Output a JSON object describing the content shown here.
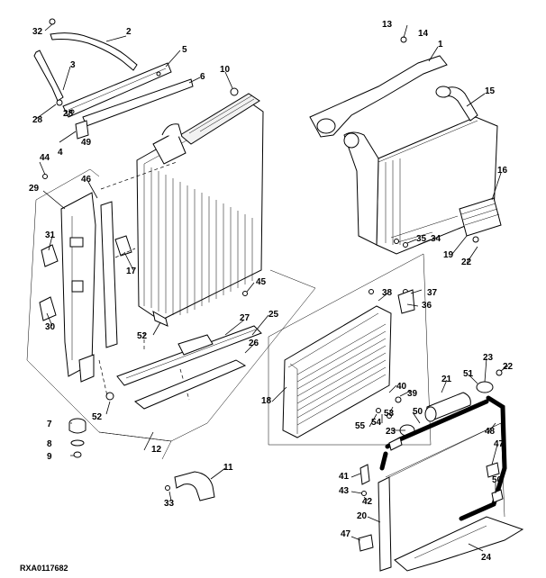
{
  "diagram": {
    "reference_code": "RXA0117682",
    "callouts": [
      "32",
      "2",
      "3",
      "28",
      "28",
      "49",
      "4",
      "5",
      "6",
      "10",
      "44",
      "29",
      "46",
      "31",
      "17",
      "30",
      "45",
      "52",
      "27",
      "25",
      "26",
      "52",
      "12",
      "7",
      "8",
      "9",
      "11",
      "33",
      "13",
      "14",
      "1",
      "15",
      "16",
      "35",
      "34",
      "19",
      "22",
      "38",
      "37",
      "36",
      "18",
      "40",
      "39",
      "21",
      "51",
      "23",
      "22",
      "53",
      "54",
      "55",
      "23",
      "50",
      "48",
      "47",
      "50",
      "41",
      "43",
      "42",
      "20",
      "47",
      "24"
    ]
  }
}
